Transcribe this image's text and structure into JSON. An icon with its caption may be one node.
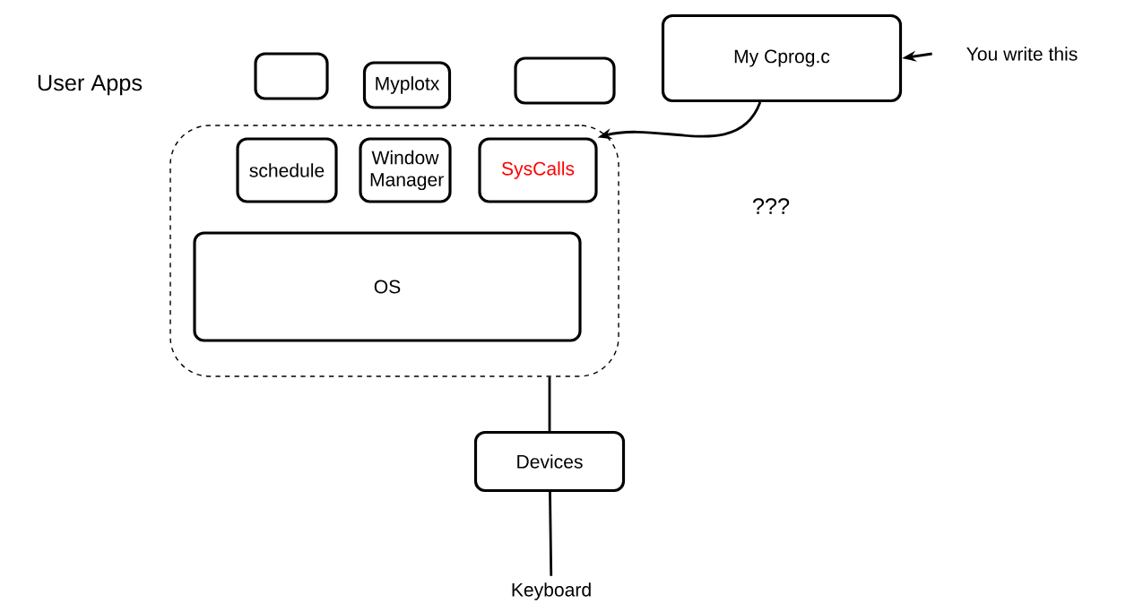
{
  "diagram": {
    "nodes": [
      {
        "text": [],
        "shape": "box"
      },
      {
        "text": [],
        "shape": "box"
      },
      {
        "text": [
          "Myplotx"
        ]
      },
      {
        "text": [],
        "shape": "box"
      },
      {
        "text": [
          "My Cprog.c"
        ]
      },
      {
        "text": [
          "schedule"
        ],
        "in": 0
      },
      {
        "text": [
          "Window Manager"
        ],
        "in": 0
      },
      {
        "text": [
          "SysCalls"
        ],
        "in": 0
      },
      {
        "text": [
          "OS"
        ],
        "in": 0
      },
      {
        "text": [
          "Devices"
        ]
      },
      {
        "text": [
          "Keyboard"
        ]
      },
      {
        "text": [
          "You write this"
        ]
      }
    ],
    "edges": [
      {
        "from": 11,
        "to": 4,
        "arrow": "to"
      },
      {
        "from": 4,
        "to": 7,
        "arrow": "to"
      },
      {
        "from": 0,
        "to": 9,
        "arrow": "none"
      },
      {
        "from": 9,
        "to": 10,
        "arrow": "none"
      }
    ],
    "labels": [
      "User Apps",
      "???"
    ]
  }
}
